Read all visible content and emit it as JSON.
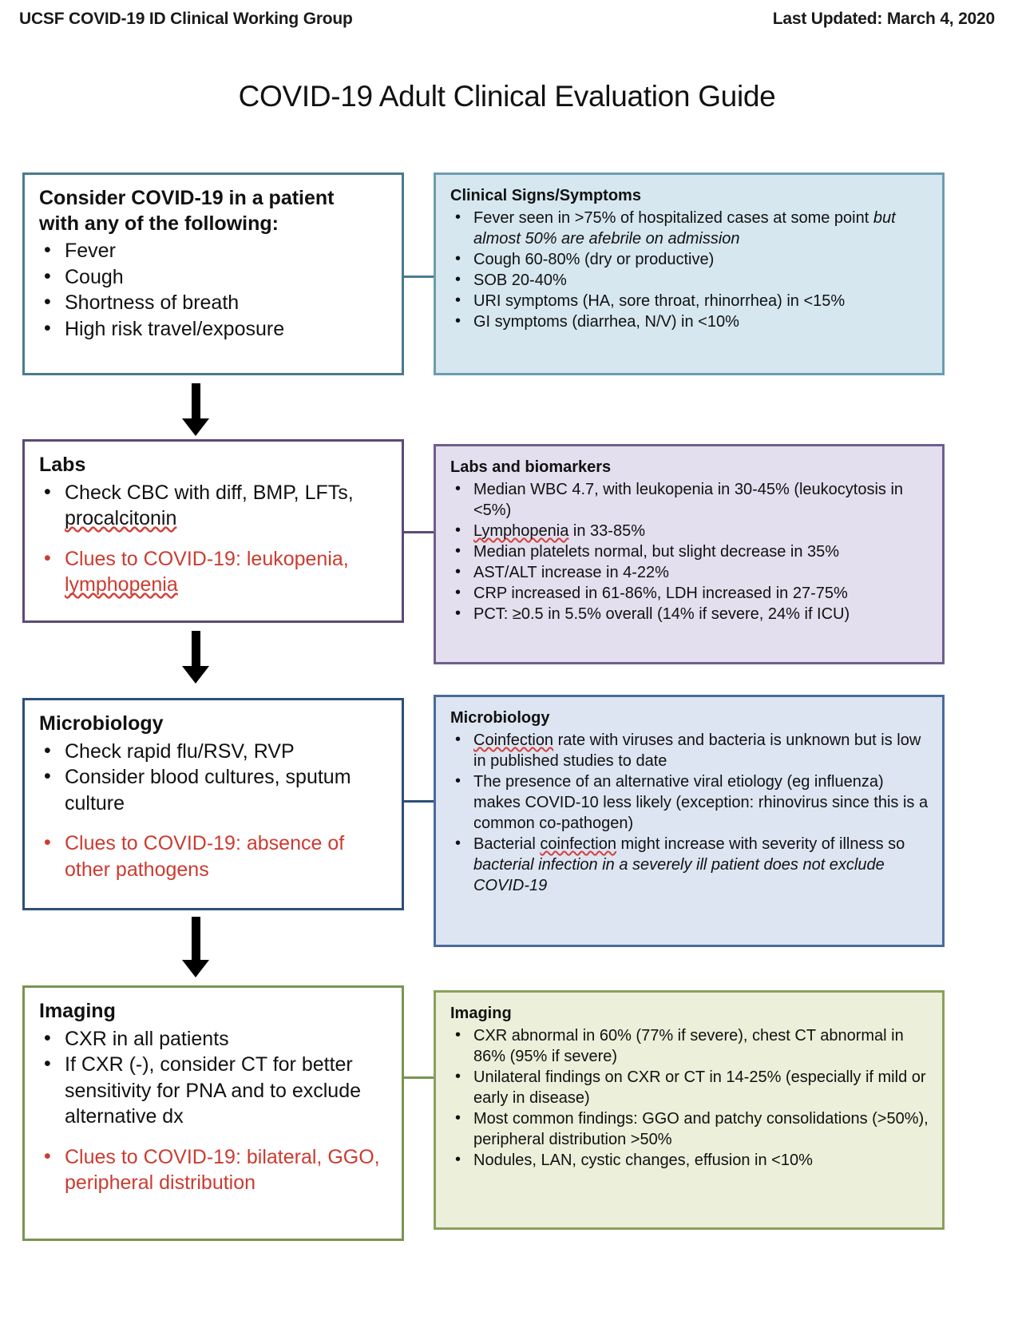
{
  "header": {
    "org": "UCSF COVID-19 ID Clinical Working Group",
    "updated": "Last Updated: March 4, 2020"
  },
  "title": "COVID-19 Adult Clinical Evaluation Guide",
  "colors": {
    "clue_red": "#cc3b30",
    "consider_border": "#4a7a8c",
    "signs_border": "#6b9cb0",
    "signs_fill": "#d6e7f0",
    "labs_border": "#5b4a77",
    "biomarkers_border": "#6e5f8e",
    "biomarkers_fill": "#e3dfee",
    "micro_left_border": "#2e4f78",
    "micro_right_border": "#4a6a9a",
    "micro_right_fill": "#dde4f2",
    "imaging_left_border": "#7a9450",
    "imaging_right_border": "#8aa05e",
    "imaging_right_fill": "#ecefd9"
  },
  "flow": {
    "consider": {
      "heading_line1": "Consider COVID-19 in a patient",
      "heading_line2": "with any of the following:",
      "bullets": [
        "Fever",
        "Cough",
        "Shortness of breath",
        "High risk travel/exposure"
      ]
    },
    "signs": {
      "heading": "Clinical Signs/Symptoms",
      "bullets": [
        {
          "plain": "Fever seen in >75% of hospitalized cases at some point ",
          "italic": "but almost 50% are afebrile on admission"
        },
        {
          "plain": "Cough 60-80% (dry or productive)",
          "italic": ""
        },
        {
          "plain": "SOB 20-40%",
          "italic": ""
        },
        {
          "plain": "URI symptoms (HA, sore throat, rhinorrhea) in <15%",
          "italic": ""
        },
        {
          "plain": "GI symptoms (diarrhea, N/V) in <10%",
          "italic": ""
        }
      ]
    },
    "labs": {
      "heading": "Labs",
      "bullet_check_a": "Check CBC with diff, BMP, LFTs,",
      "bullet_check_b": "procalcitonin",
      "clue_a": "Clues to COVID-19: leukopenia,",
      "clue_b": "lymphopenia"
    },
    "biomarkers": {
      "heading": "Labs and biomarkers",
      "bullets": [
        "Median WBC 4.7, with leukopenia in 30-45% (leukocytosis in <5%)",
        "Lymphopenia in 33-85%",
        "Median platelets normal, but slight decrease in 35%",
        "AST/ALT increase in 4-22%",
        "CRP increased in 61-86%, LDH increased in 27-75%",
        "PCT: ≥0.5 in 5.5% overall (14% if severe, 24% if ICU)"
      ],
      "squiggle_word": "Lymphopenia"
    },
    "micro_left": {
      "heading": "Microbiology",
      "bullets": [
        "Check rapid flu/RSV, RVP",
        "Consider blood cultures, sputum culture"
      ],
      "clue_a": "Clues to COVID-19: absence of",
      "clue_b": "other pathogens"
    },
    "micro_right": {
      "heading": "Microbiology",
      "bullets": [
        {
          "sq_lead": "Coinfection",
          "plain": " rate with viruses and bacteria is unknown but is low in published studies to date",
          "italic": ""
        },
        {
          "sq_lead": "",
          "plain": "The presence of an alternative viral etiology (eg influenza) makes COVID-10 less likely (exception: rhinovirus since this is a common co-pathogen)",
          "italic": ""
        },
        {
          "sq_lead": "",
          "plain": "Bacterial coinfection might increase with severity of illness so ",
          "italic": "bacterial infection in a severely ill patient does not exclude COVID-19"
        }
      ]
    },
    "imaging_left": {
      "heading": "Imaging",
      "bullets": [
        "CXR in all patients",
        "If CXR (-), consider CT for better sensitivity for PNA and to exclude alternative dx"
      ],
      "clue_a": "Clues to COVID-19: bilateral,",
      "clue_b": "GGO, peripheral distribution"
    },
    "imaging_right": {
      "heading": "Imaging",
      "bullets": [
        "CXR abnormal in 60% (77% if severe), chest CT abnormal in 86% (95% if severe)",
        "Unilateral findings on CXR or CT in 14-25% (especially if mild or early in disease)",
        "Most common findings: GGO and patchy consolidations (>50%), peripheral distribution >50%",
        "Nodules, LAN, cystic changes, effusion in <10%"
      ]
    }
  }
}
